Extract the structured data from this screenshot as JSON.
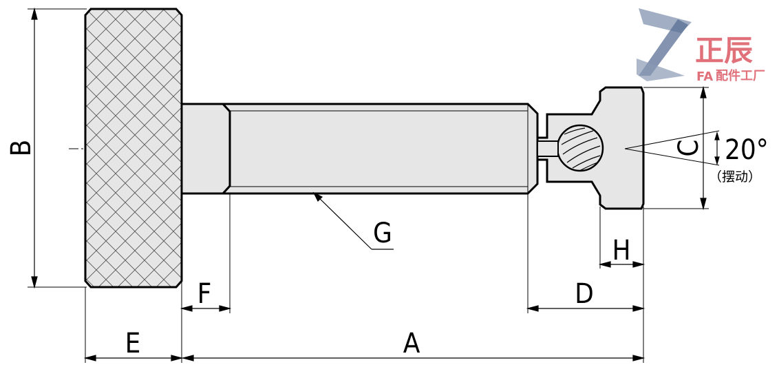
{
  "labels": {
    "A": "A",
    "B": "B",
    "C": "C",
    "D": "D",
    "E": "E",
    "F": "F",
    "G": "G",
    "H": "H"
  },
  "angle": {
    "value": "20°",
    "note": "（摆动）"
  },
  "logo": {
    "big": "正辰",
    "small": "配件工厂",
    "prefix": "FA"
  },
  "colors": {
    "part_fill": "#e6e6e6",
    "knurl_lines": "#555555",
    "outline": "#000000",
    "logo_red": "#e0707a",
    "logo_blue": "#5a6f95",
    "logo_grey": "#8a9ab5"
  }
}
